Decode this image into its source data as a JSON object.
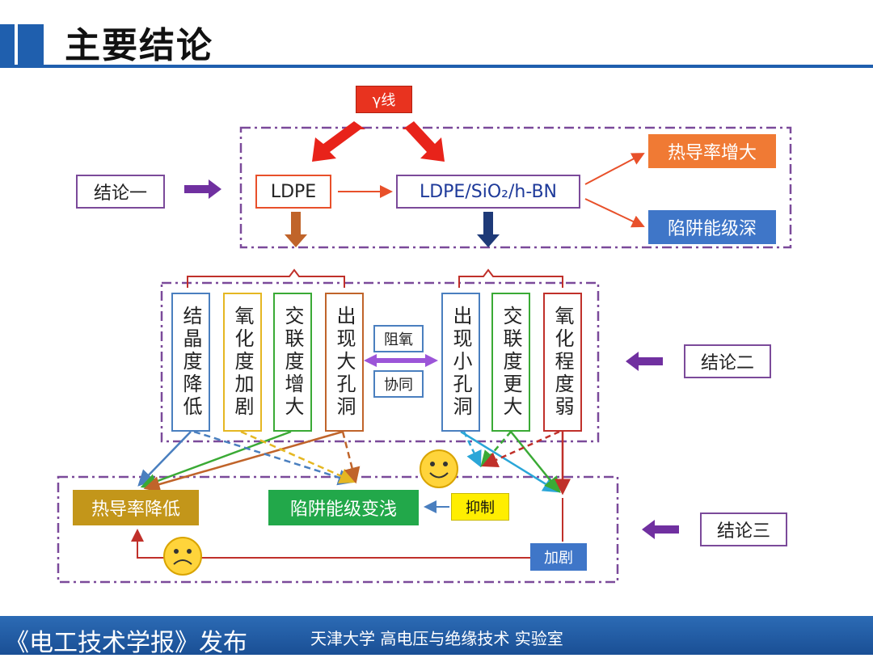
{
  "header": {
    "title": "主要结论"
  },
  "footer": {
    "journal": "《电工技术学报》发布",
    "lab": "天津大学 高电压与绝缘技术 实验室"
  },
  "source": {
    "label": "γ线",
    "color": "#e8331f"
  },
  "conclusion1": {
    "label": "结论一",
    "base_material": "LDPE",
    "composite": "LDPE/SiO₂/h-BN",
    "effects": [
      {
        "text": "热导率增大",
        "color": "#f07a34"
      },
      {
        "text": "陷阱能级深",
        "color": "#3f76c8"
      }
    ]
  },
  "conclusion2": {
    "label": "结论二",
    "ldpe_columns": [
      {
        "text": "结晶度降低",
        "color": "#4a7fbf"
      },
      {
        "text": "氧化度加剧",
        "color": "#e5b722"
      },
      {
        "text": "交联度增大",
        "color": "#3aaa35"
      },
      {
        "text": "出现大孔洞",
        "color": "#c0642a"
      }
    ],
    "composite_columns": [
      {
        "text": "出现小孔洞",
        "color": "#4a7fbf"
      },
      {
        "text": "交联度更大",
        "color": "#3aaa35"
      },
      {
        "text": "氧化程度弱",
        "color": "#c0302a"
      }
    ],
    "middle_top": "阻氧",
    "middle_bottom": "协同"
  },
  "conclusion3": {
    "label": "结论三",
    "thermal": {
      "text": "热导率降低",
      "color": "#c3961a"
    },
    "trap": {
      "text": "陷阱能级变浅",
      "color": "#22a84a"
    },
    "suppress": {
      "text": "抑制",
      "color": "#ffee00"
    },
    "intensify": {
      "text": "加剧",
      "color": "#3f76c8"
    }
  },
  "colors": {
    "frame": "#7b4a9a",
    "arrow_red": "#e02a1a",
    "arrow_purple": "#7030a0",
    "ldpe_arrow": "#c0642a",
    "comp_arrow": "#1e3a78"
  }
}
